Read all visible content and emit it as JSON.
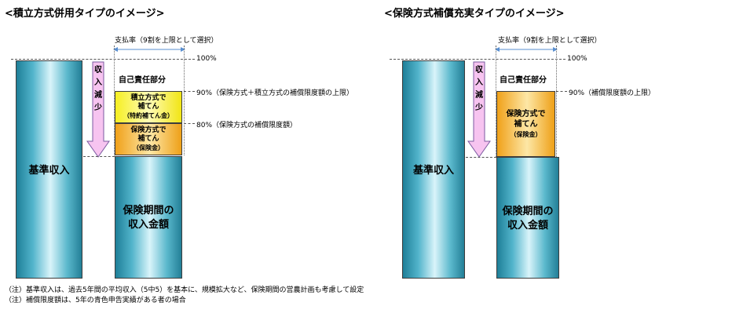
{
  "left_panel": {
    "title": "<積立方式併用タイプのイメージ>",
    "payment_rate_label": "支払率（9割を上限として選択）",
    "pct_100": "100%",
    "pct_90_label": "90%（保険方式＋積立方式の補償限度額の上限）",
    "pct_80_label": "80%（保険方式の補償限度額）",
    "self_responsibility": "自己責任部分",
    "reserve_box": [
      "積立方式で",
      "補てん",
      "（特約補てん金）"
    ],
    "insurance_box": [
      "保険方式で",
      "補てん",
      "（保険金）"
    ],
    "income_decrease": [
      "収",
      "入",
      "減",
      "少"
    ],
    "base_income": "基準収入",
    "period_income": [
      "保険期間の",
      "収入金額"
    ]
  },
  "right_panel": {
    "title": "<保険方式補償充実タイプのイメージ>",
    "payment_rate_label": "支払率（9割を上限として選択）",
    "pct_100": "100%",
    "pct_90_label": "90%（補償限度額の上限）",
    "self_responsibility": "自己責任部分",
    "insurance_box": [
      "保険方式で",
      "補てん",
      "（保険金）"
    ],
    "income_decrease": [
      "収",
      "入",
      "減",
      "少"
    ],
    "base_income": "基準収入",
    "period_income": [
      "保険期間の",
      "収入金額"
    ]
  },
  "notes": [
    "（注）基準収入は、過去5年間の平均収入（5中5）を基本に、規模拡大など、保険期間の営農計画も考慮して設定",
    "（注）補償限度額は、5年の青色申告実績がある者の場合"
  ],
  "colors": {
    "bar_blue": "#52b4cb",
    "reserve_yellow": "#f6ef22",
    "insurance_orange": "#f0a11a",
    "arrow_pink": "#f7c4f0",
    "arrow_blue_line": "#5a8fd0"
  }
}
